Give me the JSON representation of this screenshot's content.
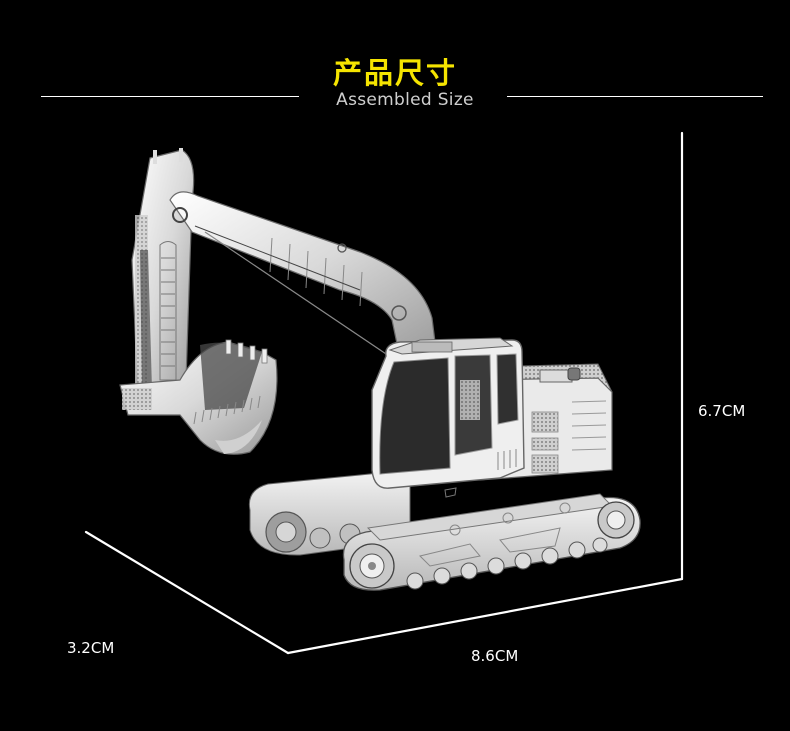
{
  "header": {
    "title_cn": "产品尺寸",
    "title_en": "Assembled  Size",
    "title_color": "#f5e400",
    "subtitle_color": "#cfcfcf"
  },
  "product": {
    "name": "excavator-metal-model",
    "image_icon": "excavator-icon"
  },
  "dimensions": {
    "height": "6.7CM",
    "length": "8.6CM",
    "width": "3.2CM"
  },
  "colors": {
    "background": "#000000",
    "lines": "#ffffff",
    "metal_light": "#f2f2f2",
    "metal_mid": "#bdbdbd",
    "metal_dark": "#5a5a5a"
  }
}
